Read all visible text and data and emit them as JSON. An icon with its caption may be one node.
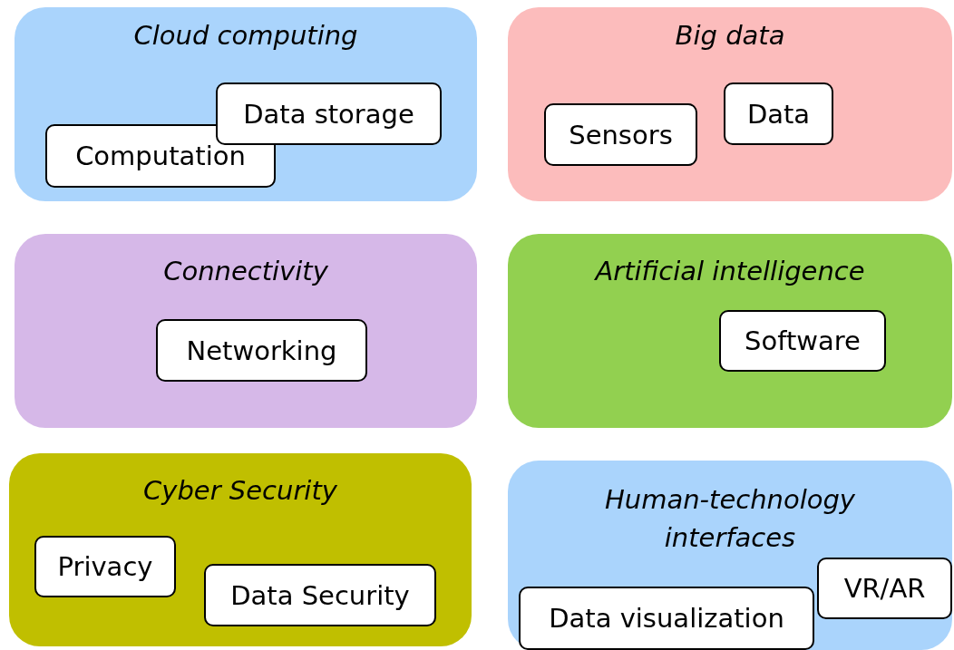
{
  "diagram": {
    "nodes": [
      {
        "text": [
          "Cloud computing"
        ]
      },
      {
        "text": [
          "Data storage"
        ],
        "in": 0
      },
      {
        "text": [
          "Computation"
        ],
        "in": 0
      },
      {
        "text": [
          "Big data"
        ]
      },
      {
        "text": [
          "Data"
        ],
        "in": 3
      },
      {
        "text": [
          "Sensors"
        ],
        "in": 3
      },
      {
        "text": [
          "Connectivity"
        ]
      },
      {
        "text": [
          "Networking"
        ],
        "in": 6
      },
      {
        "text": [
          "Artificial intelligence"
        ]
      },
      {
        "text": [
          "Software"
        ],
        "in": 8
      },
      {
        "text": [
          "Cyber Security"
        ]
      },
      {
        "text": [
          "Privacy"
        ],
        "in": 10
      },
      {
        "text": [
          "Data Security"
        ],
        "in": 10
      },
      {
        "text": [
          "Human-technology interfaces"
        ]
      },
      {
        "text": [
          "VR/AR"
        ],
        "in": 13
      },
      {
        "text": [
          "Data visualization"
        ],
        "in": 13
      }
    ]
  }
}
